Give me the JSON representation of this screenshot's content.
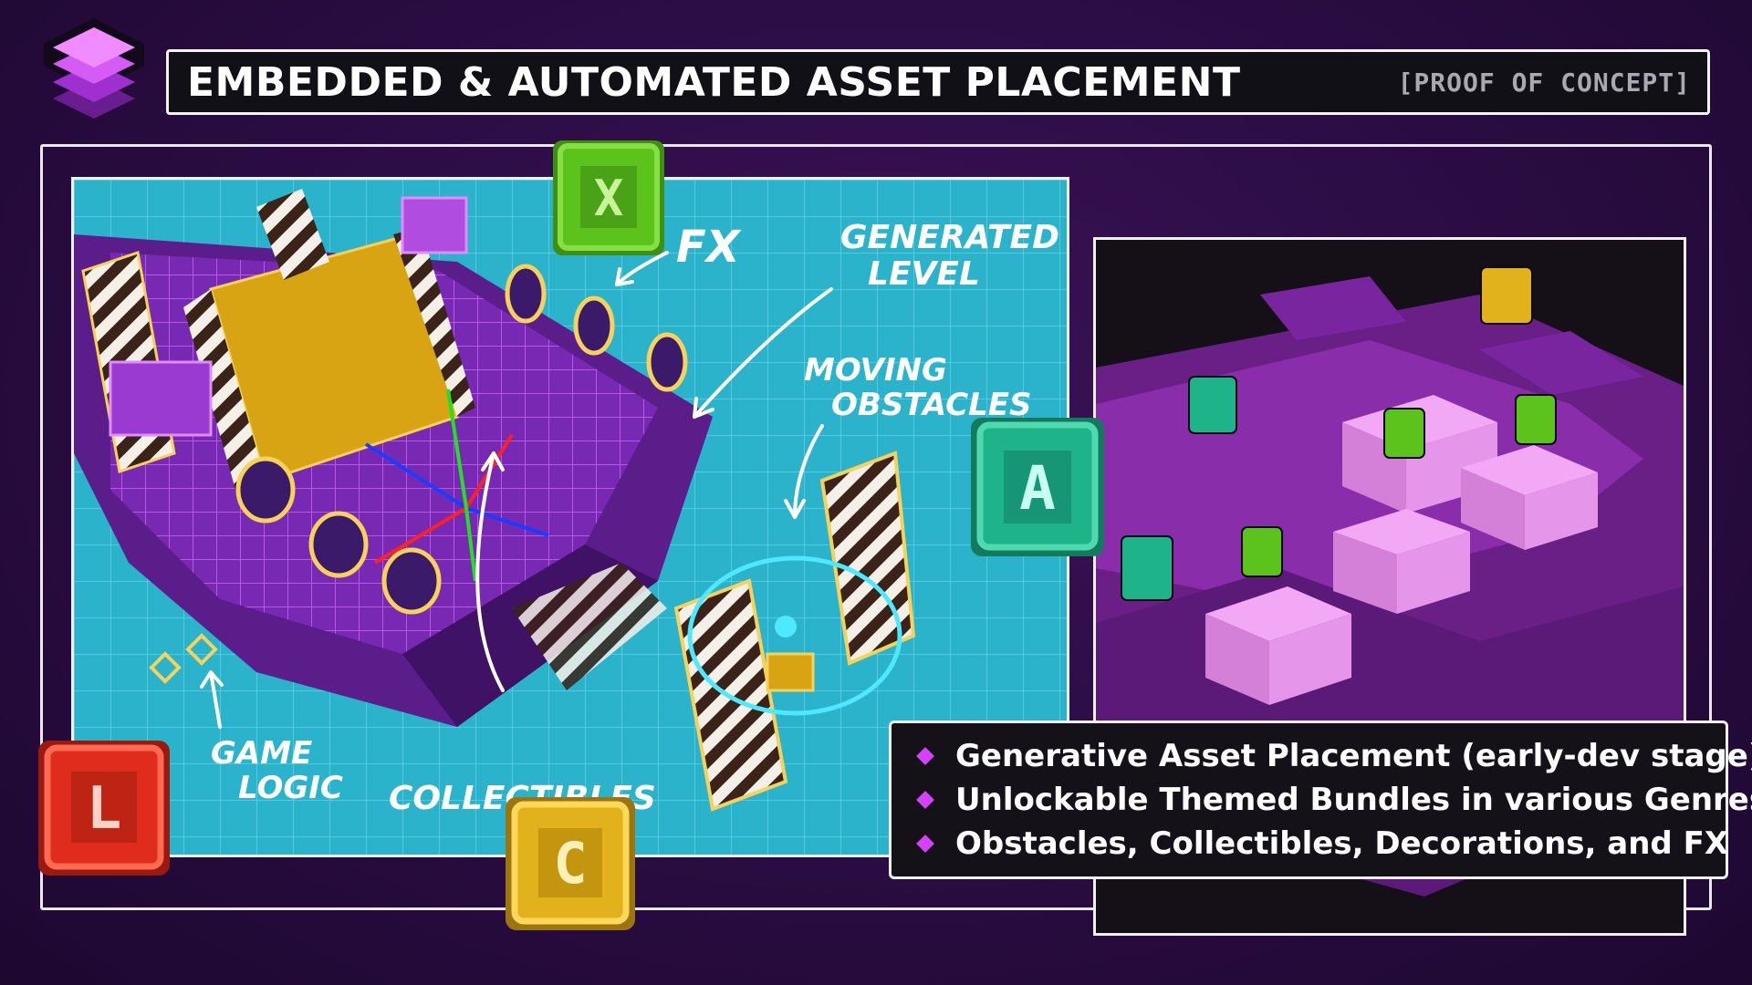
{
  "header": {
    "title": "EMBEDDED & AUTOMATED ASSET PLACEMENT",
    "tag": "[PROOF OF CONCEPT]"
  },
  "annotations": {
    "fx": "FX",
    "generated_level_line1": "GENERATED",
    "generated_level_line2": "LEVEL",
    "moving_obstacles_line1": "MOVING",
    "moving_obstacles_line2": "OBSTACLES",
    "game_logic_line1": "GAME",
    "game_logic_line2": "LOGIC",
    "collectibles": "COLLECTIBLES"
  },
  "badges": {
    "fx": {
      "letter": "X",
      "color": "#5cc21c"
    },
    "animation": {
      "letter": "A",
      "color": "#1fb38a"
    },
    "logic": {
      "letter": "L",
      "color": "#e02c1c"
    },
    "collectible": {
      "letter": "C",
      "color": "#e2b21c"
    }
  },
  "features": [
    "Generative Asset Placement (early-dev stage)",
    "Unlockable Themed Bundles in various Genres",
    "Obstacles, Collectibles, Decorations, and FX"
  ],
  "colors": {
    "background": "#2a0c42",
    "accent": "#d840ff",
    "scene_floor": "#2bb3cc"
  }
}
